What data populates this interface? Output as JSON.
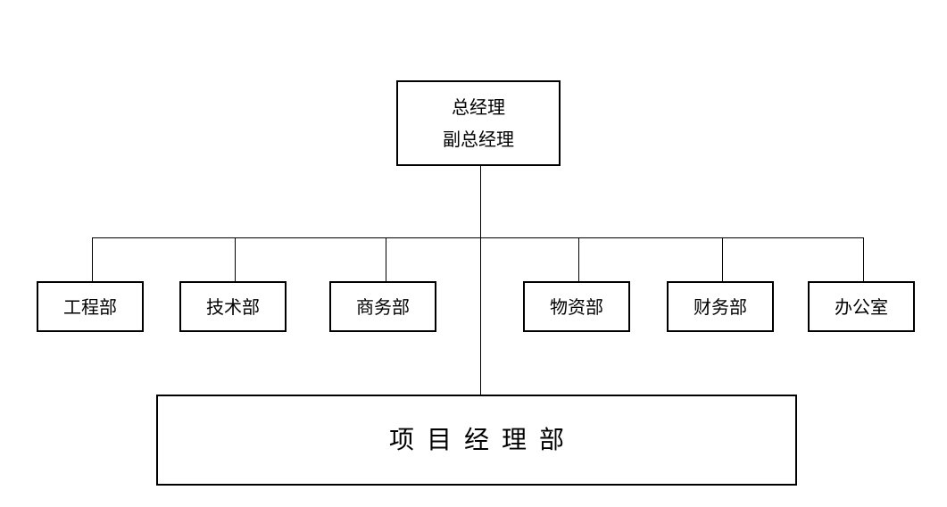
{
  "top": {
    "title_line1": "总经理",
    "title_line2": "副总经理"
  },
  "departments": [
    {
      "label": "工程部"
    },
    {
      "label": "技术部"
    },
    {
      "label": "商务部"
    },
    {
      "label": "物资部"
    },
    {
      "label": "财务部"
    },
    {
      "label": "办公室"
    }
  ],
  "project": {
    "label": "项目经理部"
  },
  "colors": {
    "line": "#000000",
    "box_border": "#000000",
    "background": "#ffffff"
  }
}
